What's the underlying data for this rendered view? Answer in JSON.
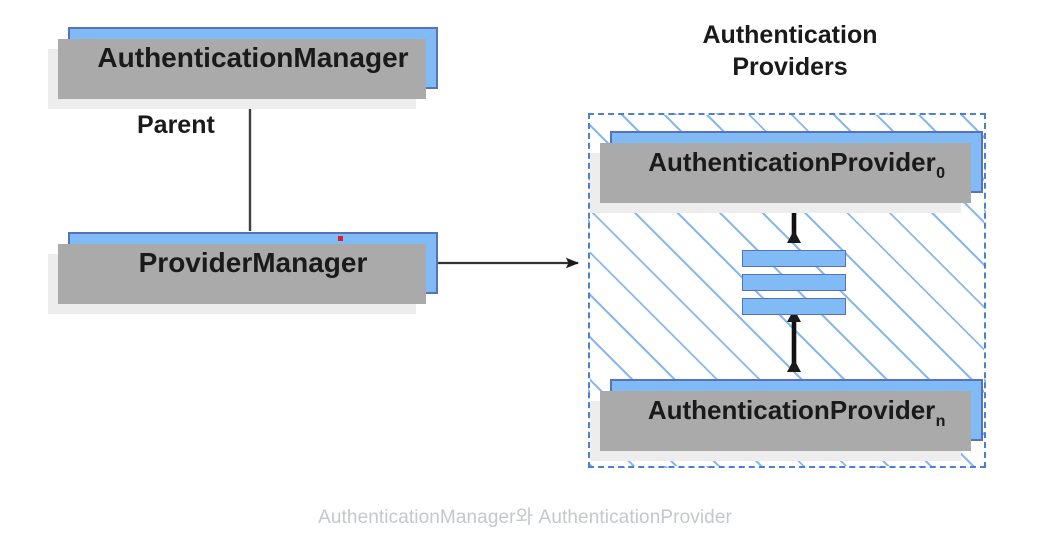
{
  "diagram": {
    "title_caption": "AuthenticationManager와 AuthenticationProvider",
    "nodes": {
      "auth_manager": "AuthenticationManager",
      "provider_manager": "ProviderManager",
      "provider_first_name": "AuthenticationProvider",
      "provider_first_index": "0",
      "provider_last_name": "AuthenticationProvider",
      "provider_last_index": "n"
    },
    "labels": {
      "parent_edge": "Parent",
      "providers_group_title": "Authentication\nProviders"
    },
    "colors": {
      "node_fill": "#81bbf5",
      "node_border": "#5871b8",
      "panel_border": "#4a7fd4",
      "hatch_line": "#82b4f0",
      "shadow": "#aaaaaa",
      "caption_text": "#c3c8cc",
      "marker_dot": "#e02020",
      "connector": "#333333"
    },
    "icons": {
      "ellipsis_stack": "stacked-bars-icon",
      "red_marker": "red-dot-marker-icon"
    },
    "connectors": [
      {
        "name": "provider-manager-to-auth-manager",
        "label": "Parent",
        "style": "solid-arrow-up"
      },
      {
        "name": "provider-manager-to-providers-panel",
        "label": "",
        "style": "solid-arrow-right"
      },
      {
        "name": "provider-0-to-stack",
        "label": "",
        "style": "double-arrow-vertical"
      },
      {
        "name": "stack-to-provider-n",
        "label": "",
        "style": "double-arrow-vertical"
      }
    ]
  }
}
